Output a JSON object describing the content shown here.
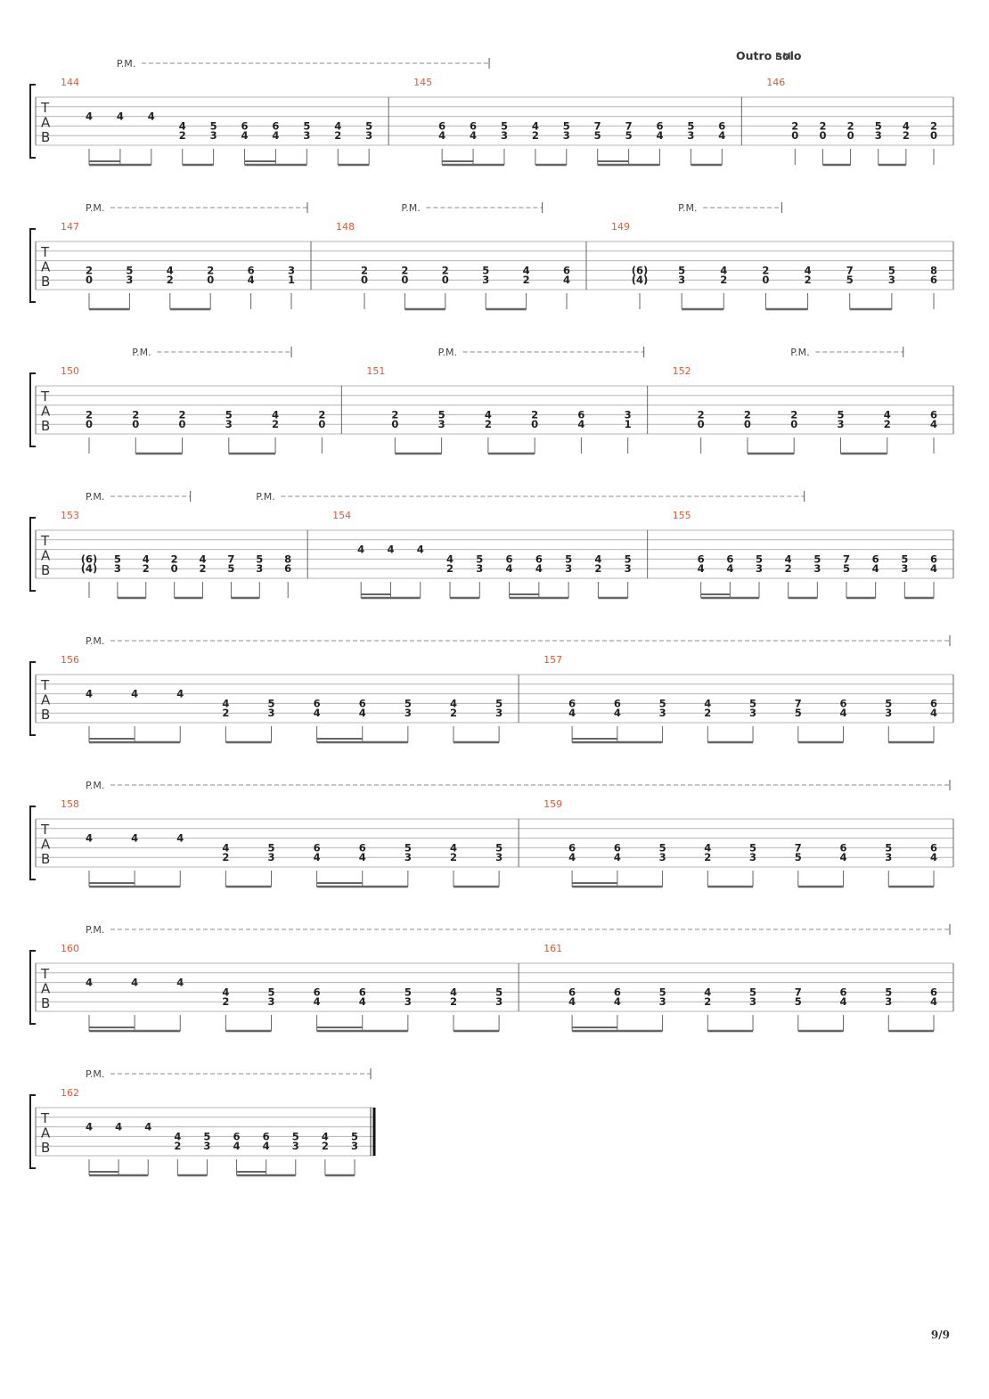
{
  "header": {
    "section_text": "Outro solo",
    "page_number": "9/9"
  },
  "labels": {
    "palm_mute": "P.M.",
    "tab_letters": [
      "T",
      "A",
      "B"
    ]
  },
  "systems": [
    {
      "pm": [
        [
          1,
          11
        ]
      ],
      "measures": [
        {
          "number": "144",
          "beats": [
            [
              "4"
            ],
            [
              "4"
            ],
            [
              "4"
            ],
            [
              "4",
              "2"
            ],
            [
              "5",
              "3"
            ],
            [
              "6",
              "4"
            ],
            [
              "6",
              "4"
            ],
            [
              "5",
              "3"
            ],
            [
              "4",
              "2"
            ],
            [
              "5",
              "3"
            ]
          ],
          "beams": [
            [
              0,
              2,
              1
            ],
            [
              3,
              4,
              0
            ],
            [
              5,
              7,
              1
            ],
            [
              8,
              9,
              0
            ]
          ]
        },
        {
          "number": "145",
          "beats": [
            [
              "6",
              "4"
            ],
            [
              "6",
              "4"
            ],
            [
              "5",
              "3"
            ],
            [
              "4",
              "2"
            ],
            [
              "5",
              "3"
            ],
            [
              "7",
              "5"
            ],
            [
              "7",
              "5"
            ],
            [
              "6",
              "4"
            ],
            [
              "5",
              "3"
            ],
            [
              "6",
              "4"
            ]
          ],
          "beams": [
            [
              0,
              2,
              1
            ],
            [
              3,
              4,
              0
            ],
            [
              5,
              7,
              1
            ],
            [
              8,
              9,
              0
            ]
          ]
        },
        {
          "number": "146",
          "beats": [
            [
              "2",
              "0"
            ],
            [
              "2",
              "0"
            ],
            [
              "2",
              "0"
            ],
            [
              "5",
              "3"
            ],
            [
              "4",
              "2"
            ],
            [
              "2",
              "0"
            ]
          ],
          "beams": [
            [
              1,
              2,
              0
            ],
            [
              3,
              4,
              0
            ]
          ]
        }
      ]
    },
    {
      "pm": [
        [
          0,
          5
        ],
        [
          7,
          10
        ],
        [
          13,
          15
        ]
      ],
      "measures": [
        {
          "number": "147",
          "beats": [
            [
              "2",
              "0"
            ],
            [
              "5",
              "3"
            ],
            [
              "4",
              "2"
            ],
            [
              "2",
              "0"
            ],
            [
              "6",
              "4"
            ],
            [
              "3",
              "1"
            ]
          ],
          "beams": [
            [
              0,
              1,
              0
            ],
            [
              2,
              3,
              0
            ]
          ]
        },
        {
          "number": "148",
          "beats": [
            [
              "2",
              "0"
            ],
            [
              "2",
              "0"
            ],
            [
              "2",
              "0"
            ],
            [
              "5",
              "3"
            ],
            [
              "4",
              "2"
            ],
            [
              "6",
              "4"
            ]
          ],
          "beams": [
            [
              1,
              2,
              0
            ],
            [
              3,
              4,
              0
            ]
          ]
        },
        {
          "number": "149",
          "beats": [
            [
              "(6)",
              "(4)"
            ],
            [
              "5",
              "3"
            ],
            [
              "4",
              "2"
            ],
            [
              "2",
              "0"
            ],
            [
              "4",
              "2"
            ],
            [
              "7",
              "5"
            ],
            [
              "5",
              "3"
            ],
            [
              "8",
              "6"
            ]
          ],
          "beams": [
            [
              1,
              2,
              0
            ],
            [
              3,
              4,
              0
            ],
            [
              5,
              6,
              0
            ],
            [
              7,
              8,
              0
            ]
          ]
        }
      ]
    },
    {
      "pm": [
        [
          1,
          4
        ],
        [
          7,
          11
        ],
        [
          14,
          16
        ]
      ],
      "measures": [
        {
          "number": "150",
          "beats": [
            [
              "2",
              "0"
            ],
            [
              "2",
              "0"
            ],
            [
              "2",
              "0"
            ],
            [
              "5",
              "3"
            ],
            [
              "4",
              "2"
            ],
            [
              "2",
              "0"
            ]
          ],
          "beams": [
            [
              1,
              2,
              0
            ],
            [
              3,
              4,
              0
            ]
          ]
        },
        {
          "number": "151",
          "beats": [
            [
              "2",
              "0"
            ],
            [
              "5",
              "3"
            ],
            [
              "4",
              "2"
            ],
            [
              "2",
              "0"
            ],
            [
              "6",
              "4"
            ],
            [
              "3",
              "1"
            ]
          ],
          "beams": [
            [
              0,
              1,
              0
            ],
            [
              2,
              3,
              0
            ]
          ]
        },
        {
          "number": "152",
          "beats": [
            [
              "2",
              "0"
            ],
            [
              "2",
              "0"
            ],
            [
              "2",
              "0"
            ],
            [
              "5",
              "3"
            ],
            [
              "4",
              "2"
            ],
            [
              "6",
              "4"
            ]
          ],
          "beams": [
            [
              1,
              2,
              0
            ],
            [
              3,
              4,
              0
            ]
          ]
        }
      ]
    },
    {
      "pm": [
        [
          0,
          3
        ],
        [
          6,
          21
        ]
      ],
      "measures": [
        {
          "number": "153",
          "beats": [
            [
              "(6)",
              "(4)"
            ],
            [
              "5",
              "3"
            ],
            [
              "4",
              "2"
            ],
            [
              "2",
              "0"
            ],
            [
              "4",
              "2"
            ],
            [
              "7",
              "5"
            ],
            [
              "5",
              "3"
            ],
            [
              "8",
              "6"
            ]
          ],
          "beams": [
            [
              1,
              2,
              0
            ],
            [
              3,
              4,
              0
            ],
            [
              5,
              6,
              0
            ],
            [
              7,
              8,
              0
            ]
          ]
        },
        {
          "number": "154",
          "beats": [
            [
              "4"
            ],
            [
              "4"
            ],
            [
              "4"
            ],
            [
              "4",
              "2"
            ],
            [
              "5",
              "3"
            ],
            [
              "6",
              "4"
            ],
            [
              "6",
              "4"
            ],
            [
              "5",
              "3"
            ],
            [
              "4",
              "2"
            ],
            [
              "5",
              "3"
            ]
          ],
          "beams": [
            [
              0,
              2,
              1
            ],
            [
              3,
              4,
              0
            ],
            [
              5,
              7,
              1
            ],
            [
              8,
              9,
              0
            ]
          ]
        },
        {
          "number": "155",
          "beats": [
            [
              "6",
              "4"
            ],
            [
              "6",
              "4"
            ],
            [
              "5",
              "3"
            ],
            [
              "4",
              "2"
            ],
            [
              "5",
              "3"
            ],
            [
              "7",
              "5"
            ],
            [
              "6",
              "4"
            ],
            [
              "5",
              "3"
            ],
            [
              "6",
              "4"
            ]
          ],
          "beams": [
            [
              0,
              2,
              1
            ],
            [
              3,
              4,
              0
            ],
            [
              5,
              6,
              0
            ],
            [
              7,
              8,
              0
            ]
          ]
        }
      ]
    },
    {
      "pm": [
        [
          0,
          19
        ]
      ],
      "measures": [
        {
          "number": "156",
          "beats": [
            [
              "4"
            ],
            [
              "4"
            ],
            [
              "4"
            ],
            [
              "4",
              "2"
            ],
            [
              "5",
              "3"
            ],
            [
              "6",
              "4"
            ],
            [
              "6",
              "4"
            ],
            [
              "5",
              "3"
            ],
            [
              "4",
              "2"
            ],
            [
              "5",
              "3"
            ]
          ],
          "beams": [
            [
              0,
              2,
              1
            ],
            [
              3,
              4,
              0
            ],
            [
              5,
              7,
              1
            ],
            [
              8,
              9,
              0
            ]
          ]
        },
        {
          "number": "157",
          "beats": [
            [
              "6",
              "4"
            ],
            [
              "6",
              "4"
            ],
            [
              "5",
              "3"
            ],
            [
              "4",
              "2"
            ],
            [
              "5",
              "3"
            ],
            [
              "7",
              "5"
            ],
            [
              "6",
              "4"
            ],
            [
              "5",
              "3"
            ],
            [
              "6",
              "4"
            ]
          ],
          "beams": [
            [
              0,
              2,
              1
            ],
            [
              3,
              4,
              0
            ],
            [
              5,
              6,
              0
            ],
            [
              7,
              8,
              0
            ]
          ]
        }
      ]
    },
    {
      "pm": [
        [
          0,
          19
        ]
      ],
      "measures": [
        {
          "number": "158",
          "beats": [
            [
              "4"
            ],
            [
              "4"
            ],
            [
              "4"
            ],
            [
              "4",
              "2"
            ],
            [
              "5",
              "3"
            ],
            [
              "6",
              "4"
            ],
            [
              "6",
              "4"
            ],
            [
              "5",
              "3"
            ],
            [
              "4",
              "2"
            ],
            [
              "5",
              "3"
            ]
          ],
          "beams": [
            [
              0,
              2,
              1
            ],
            [
              3,
              4,
              0
            ],
            [
              5,
              7,
              1
            ],
            [
              8,
              9,
              0
            ]
          ]
        },
        {
          "number": "159",
          "beats": [
            [
              "6",
              "4"
            ],
            [
              "6",
              "4"
            ],
            [
              "5",
              "3"
            ],
            [
              "4",
              "2"
            ],
            [
              "5",
              "3"
            ],
            [
              "7",
              "5"
            ],
            [
              "6",
              "4"
            ],
            [
              "5",
              "3"
            ],
            [
              "6",
              "4"
            ]
          ],
          "beams": [
            [
              0,
              2,
              1
            ],
            [
              3,
              4,
              0
            ],
            [
              5,
              6,
              0
            ],
            [
              7,
              8,
              0
            ]
          ]
        }
      ]
    },
    {
      "pm": [
        [
          0,
          19
        ]
      ],
      "measures": [
        {
          "number": "160",
          "beats": [
            [
              "4"
            ],
            [
              "4"
            ],
            [
              "4"
            ],
            [
              "4",
              "2"
            ],
            [
              "5",
              "3"
            ],
            [
              "6",
              "4"
            ],
            [
              "6",
              "4"
            ],
            [
              "5",
              "3"
            ],
            [
              "4",
              "2"
            ],
            [
              "5",
              "3"
            ]
          ],
          "beams": [
            [
              0,
              2,
              1
            ],
            [
              3,
              4,
              0
            ],
            [
              5,
              7,
              1
            ],
            [
              8,
              9,
              0
            ]
          ]
        },
        {
          "number": "161",
          "beats": [
            [
              "6",
              "4"
            ],
            [
              "6",
              "4"
            ],
            [
              "5",
              "3"
            ],
            [
              "4",
              "2"
            ],
            [
              "5",
              "3"
            ],
            [
              "7",
              "5"
            ],
            [
              "6",
              "4"
            ],
            [
              "5",
              "3"
            ],
            [
              "6",
              "4"
            ]
          ],
          "beams": [
            [
              0,
              2,
              1
            ],
            [
              3,
              4,
              0
            ],
            [
              5,
              6,
              0
            ],
            [
              7,
              8,
              0
            ]
          ]
        }
      ]
    },
    {
      "pm": [
        [
          0,
          9
        ]
      ],
      "final": true,
      "measures": [
        {
          "number": "162",
          "beats": [
            [
              "4"
            ],
            [
              "4"
            ],
            [
              "4"
            ],
            [
              "4",
              "2"
            ],
            [
              "5",
              "3"
            ],
            [
              "6",
              "4"
            ],
            [
              "6",
              "4"
            ],
            [
              "5",
              "3"
            ],
            [
              "4",
              "2"
            ],
            [
              "5",
              "3"
            ]
          ],
          "beams": [
            [
              0,
              2,
              1
            ],
            [
              3,
              4,
              0
            ],
            [
              5,
              7,
              1
            ],
            [
              8,
              9,
              0
            ]
          ]
        }
      ]
    }
  ],
  "colors": {
    "staff_line": "#b5b5b5",
    "barline": "#666666",
    "fret_text": "#222222",
    "measure_number": "#e8572a",
    "beam": "#666666"
  }
}
